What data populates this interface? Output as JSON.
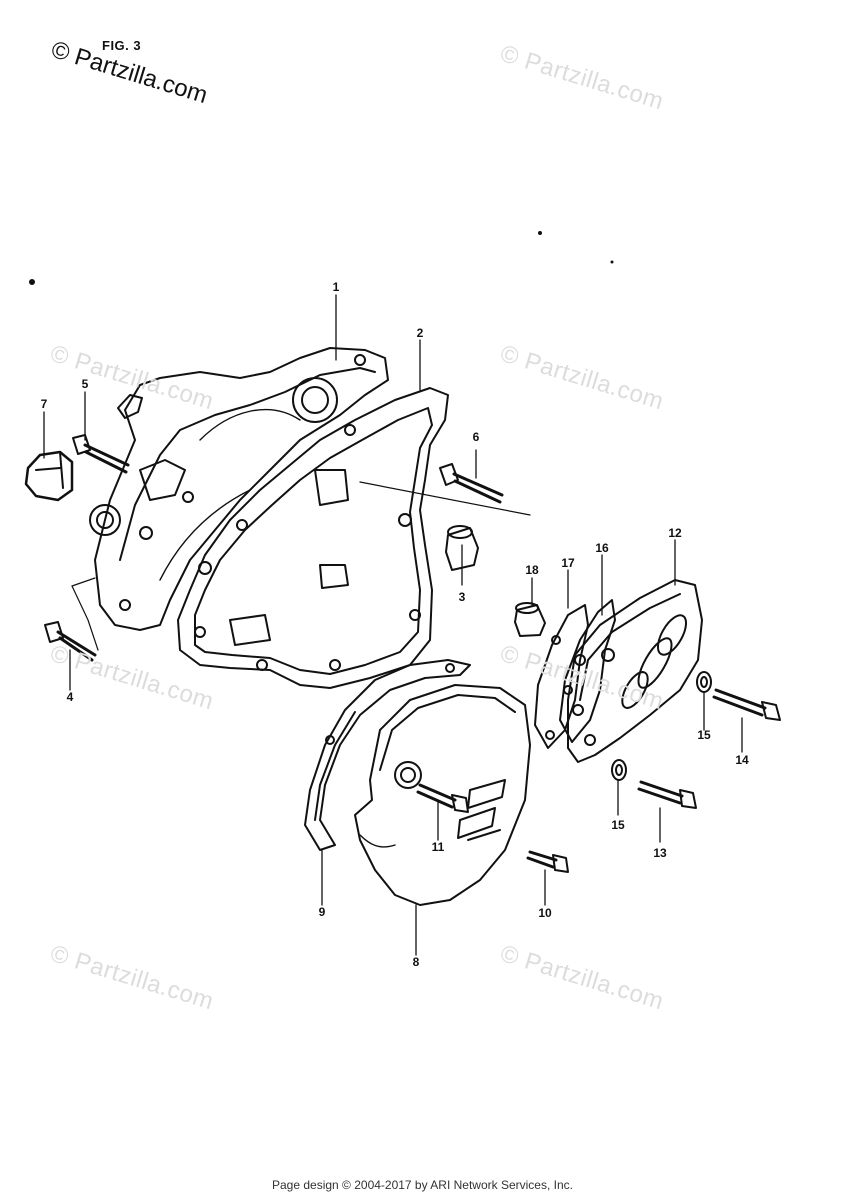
{
  "figure": {
    "label": "FIG. 3"
  },
  "watermark": {
    "text": "© Partzilla.com"
  },
  "footer": {
    "text": "Page design © 2004-2017 by ARI Network Services, Inc."
  },
  "callouts": {
    "c1": "1",
    "c2": "2",
    "c3": "3",
    "c4": "4",
    "c5": "5",
    "c6": "6",
    "c7": "7",
    "c8": "8",
    "c9": "9",
    "c10": "10",
    "c11": "11",
    "c12": "12",
    "c13": "13",
    "c14": "14",
    "c15a": "15",
    "c15b": "15",
    "c16": "16",
    "c17": "17",
    "c18": "18"
  },
  "colors": {
    "ink": "#111111",
    "watermark": "#dcdcdc",
    "background": "#ffffff"
  }
}
